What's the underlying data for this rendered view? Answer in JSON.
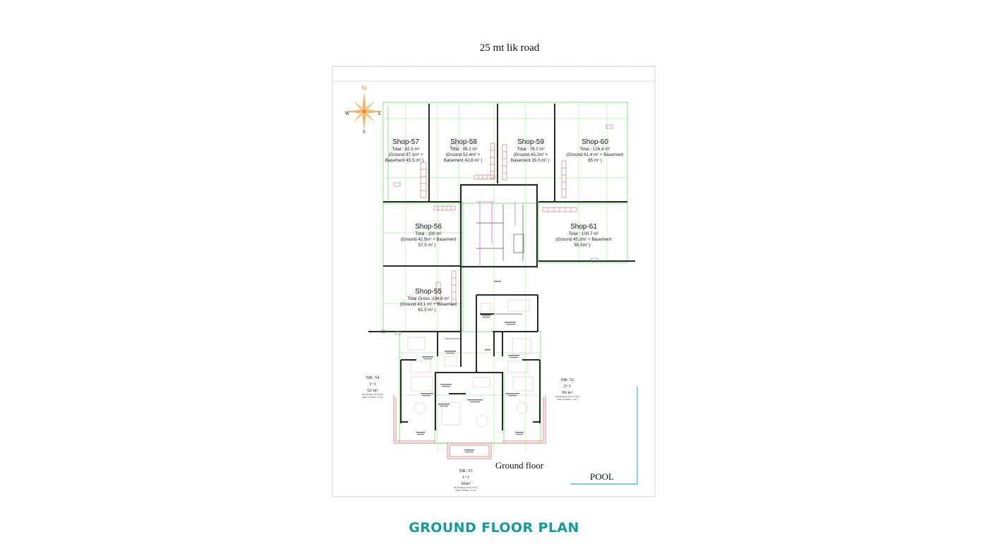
{
  "road_label": "25 mt lik road",
  "compass": {
    "n": "N",
    "s": "S",
    "e": "E",
    "w": "W"
  },
  "shops": [
    {
      "name": "Shop-57",
      "lines": [
        "Total : 82.5 m²",
        "(Ground 37.1m² +",
        "Basement 45.5 m² )"
      ]
    },
    {
      "name": "Shop-58",
      "lines": [
        "Total : 95.2 m²",
        "(Ground 52.4m² +",
        "Basement 42.8 m² )"
      ]
    },
    {
      "name": "Shop-59",
      "lines": [
        "Total : 78.2 m²",
        "(Ground 43.2m² +",
        "Basement 35.0 m² )"
      ]
    },
    {
      "name": "Shop-60",
      "lines": [
        "Total : 126.4 m²",
        "(Ground 61.4 m² + Basement",
        "65 m² )"
      ]
    },
    {
      "name": "Shop-56",
      "lines": [
        "Total : 100 m²",
        "(Ground 42.5m² + Basement",
        "57.5 m² )"
      ]
    },
    {
      "name": "Shop-61",
      "lines": [
        "Total : 100.7 m²",
        "(Ground 45.2m² + Basement",
        "55.5m² )"
      ]
    },
    {
      "name": "Shop-55",
      "lines": [
        "Total Gross :104.6 m²",
        "(Ground 43.1 m² + Basement",
        "61.5 m² )"
      ]
    }
  ],
  "apartments": [
    {
      "nr": "NR: 54",
      "type": "1+1",
      "area": "62  m²",
      "small": [
        "(Net Balkona 50.45 m²)",
        "(Brüt 5.45 Brut - 9 m²)"
      ]
    },
    {
      "nr": "NR: 52",
      "type": "2+1",
      "area": "86  m²",
      "small": [
        "(Net Balkona 50.45 75 m²)",
        "(Brüt 8.39 Brut - 9 m²)"
      ]
    },
    {
      "nr": "NR: 53",
      "type": "1+1",
      "area": "60m²",
      "small": [
        "(Net Balkona 50.45 55 m²)",
        "(Brüt 5.39 Brut - 9 m²)"
      ]
    }
  ],
  "floor_label": "Ground floor",
  "pool_label": "POOL",
  "title": "GROUND FLOOR PLAN",
  "colors": {
    "title": "#149b9d",
    "walls": "#222222",
    "grid": "#33cc33",
    "pool": "#34b9d4",
    "balcony": "#e06060",
    "stairs": "#b05050"
  }
}
